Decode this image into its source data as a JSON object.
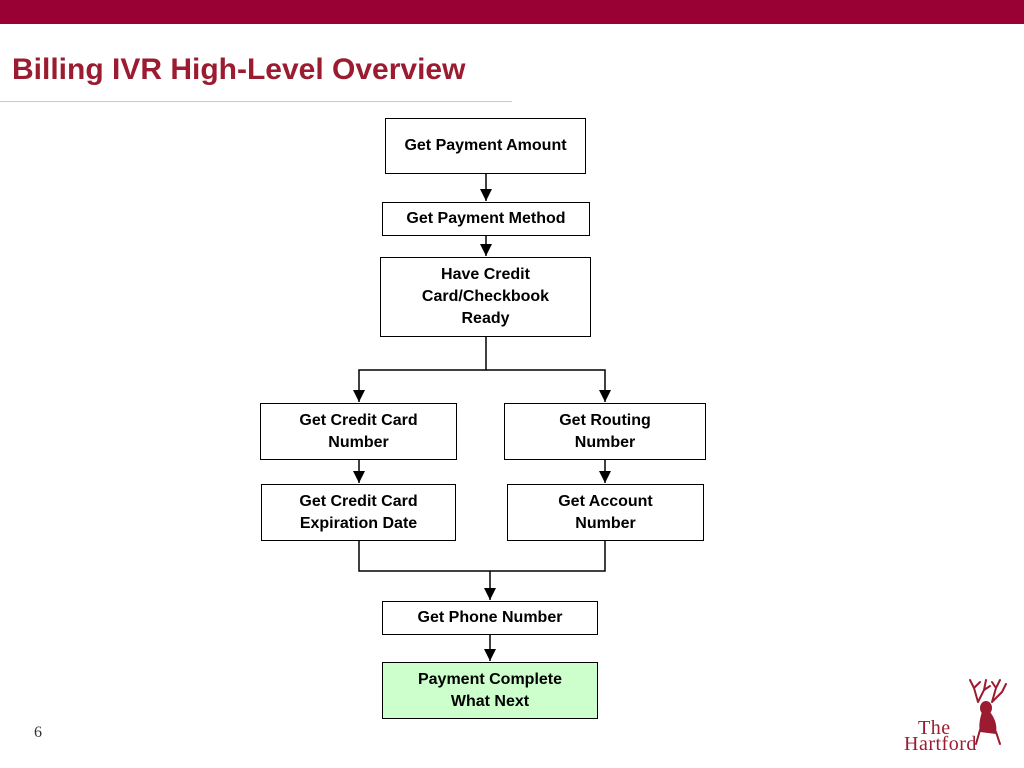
{
  "slide": {
    "title": "Billing IVR High-Level Overview",
    "page_number": "6",
    "logo_text_line1": "The",
    "logo_text_line2": "Hartford"
  },
  "colors": {
    "brand": "#990033",
    "title": "#9b1b30",
    "final_node_fill": "#ccffcc"
  },
  "diagram": {
    "nodes": {
      "get_payment_amount": "Get Payment Amount",
      "get_payment_method": "Get Payment Method",
      "have_card_ready": "Have Credit Card/Checkbook Ready",
      "get_credit_card_number": "Get Credit Card Number",
      "get_routing_number": "Get Routing Number",
      "get_card_expiration": "Get Credit Card Expiration Date",
      "get_account_number": "Get Account Number",
      "get_phone_number": "Get Phone Number",
      "payment_complete": "Payment Complete What Next"
    },
    "edges": [
      [
        "get_payment_amount",
        "get_payment_method"
      ],
      [
        "get_payment_method",
        "have_card_ready"
      ],
      [
        "have_card_ready",
        "get_credit_card_number"
      ],
      [
        "have_card_ready",
        "get_routing_number"
      ],
      [
        "get_credit_card_number",
        "get_card_expiration"
      ],
      [
        "get_routing_number",
        "get_account_number"
      ],
      [
        "get_card_expiration",
        "get_phone_number"
      ],
      [
        "get_account_number",
        "get_phone_number"
      ],
      [
        "get_phone_number",
        "payment_complete"
      ]
    ]
  }
}
